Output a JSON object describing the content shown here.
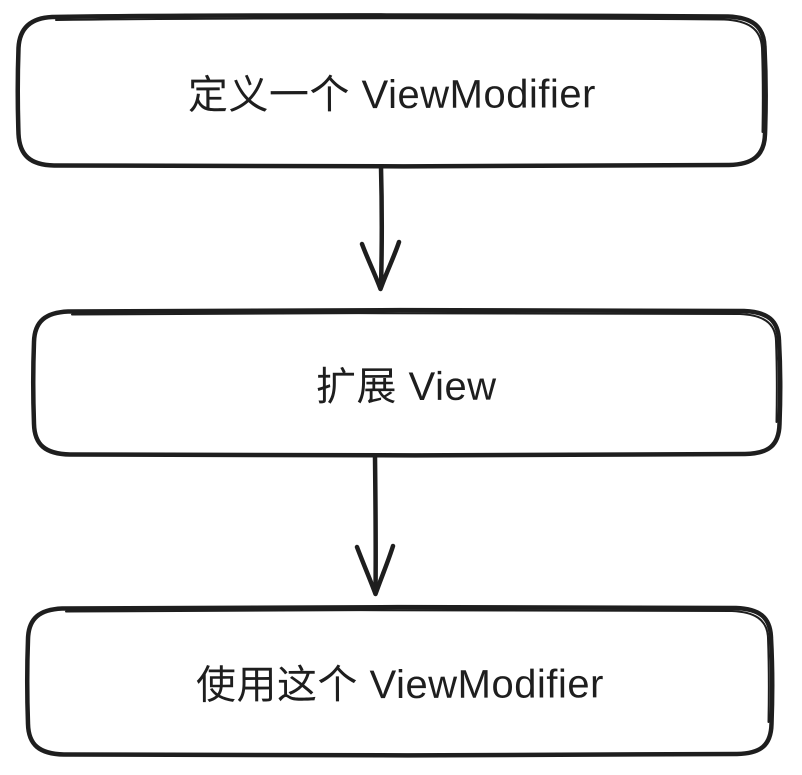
{
  "diagram": {
    "type": "flowchart",
    "direction": "top-down",
    "style": "hand-drawn",
    "background_color": "#ffffff",
    "stroke_color": "#1e1e1e",
    "nodes": [
      {
        "id": "define",
        "label": "定义一个 ViewModifier"
      },
      {
        "id": "extend",
        "label": "扩展 View"
      },
      {
        "id": "use",
        "label": "使用这个 ViewModifier"
      }
    ],
    "edges": [
      {
        "from": "define",
        "to": "extend",
        "arrow": "down"
      },
      {
        "from": "extend",
        "to": "use",
        "arrow": "down"
      }
    ]
  }
}
